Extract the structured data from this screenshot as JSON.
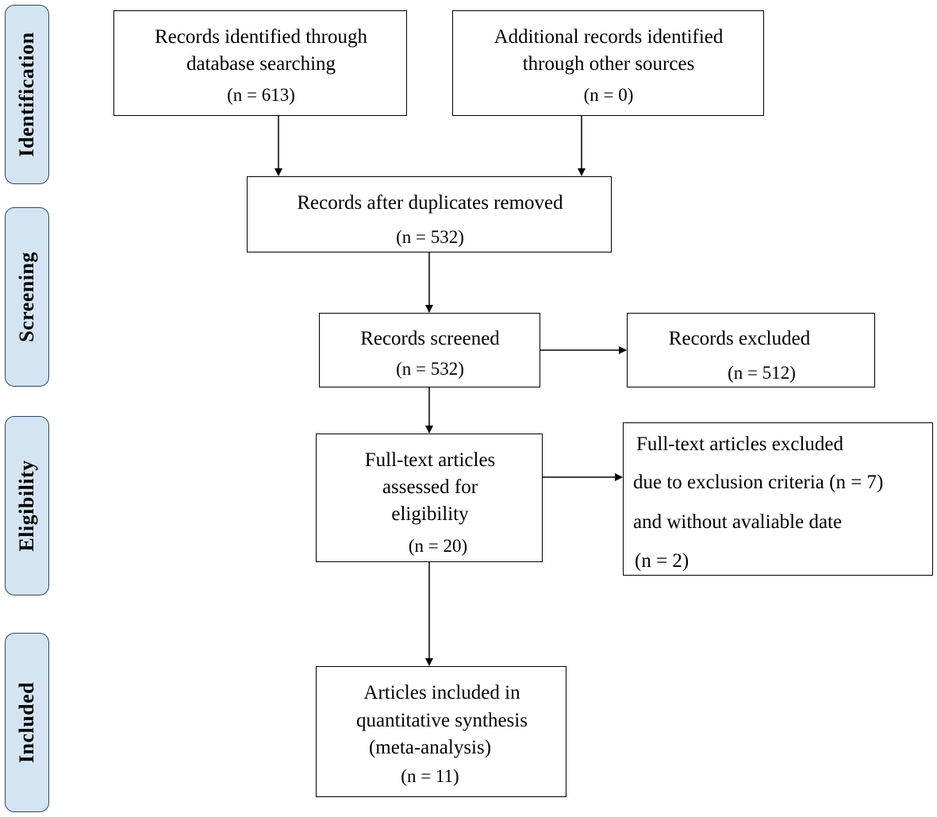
{
  "phases": {
    "identification": "Identification",
    "screening": "Screening",
    "eligibility": "Eligibility",
    "included": "Included"
  },
  "boxes": {
    "database_search": {
      "line1": "Records identified through",
      "line2": "database searching",
      "count": "(n = 613)"
    },
    "other_sources": {
      "line1": "Additional records identified",
      "line2": "through other sources",
      "count": "(n = 0)"
    },
    "duplicates_removed": {
      "line1": "Records after duplicates removed",
      "count": "(n = 532)"
    },
    "screened": {
      "line1": "Records screened",
      "count": "(n = 532)"
    },
    "excluded": {
      "line1": "Records excluded",
      "count": "(n = 512)"
    },
    "full_text_assessed": {
      "line1": "Full-text articles",
      "line2": "assessed for",
      "line3": "eligibility",
      "count": "(n = 20)"
    },
    "full_text_excluded": {
      "line1": "Full-text articles excluded",
      "line2": "due to exclusion criteria (n = 7)",
      "line3": "and without avaliable date",
      "line4": "(n = 2)"
    },
    "included_synthesis": {
      "line1": "Articles included in",
      "line2": "quantitative synthesis",
      "line3": "(meta-analysis)",
      "count": "(n = 11)"
    }
  }
}
